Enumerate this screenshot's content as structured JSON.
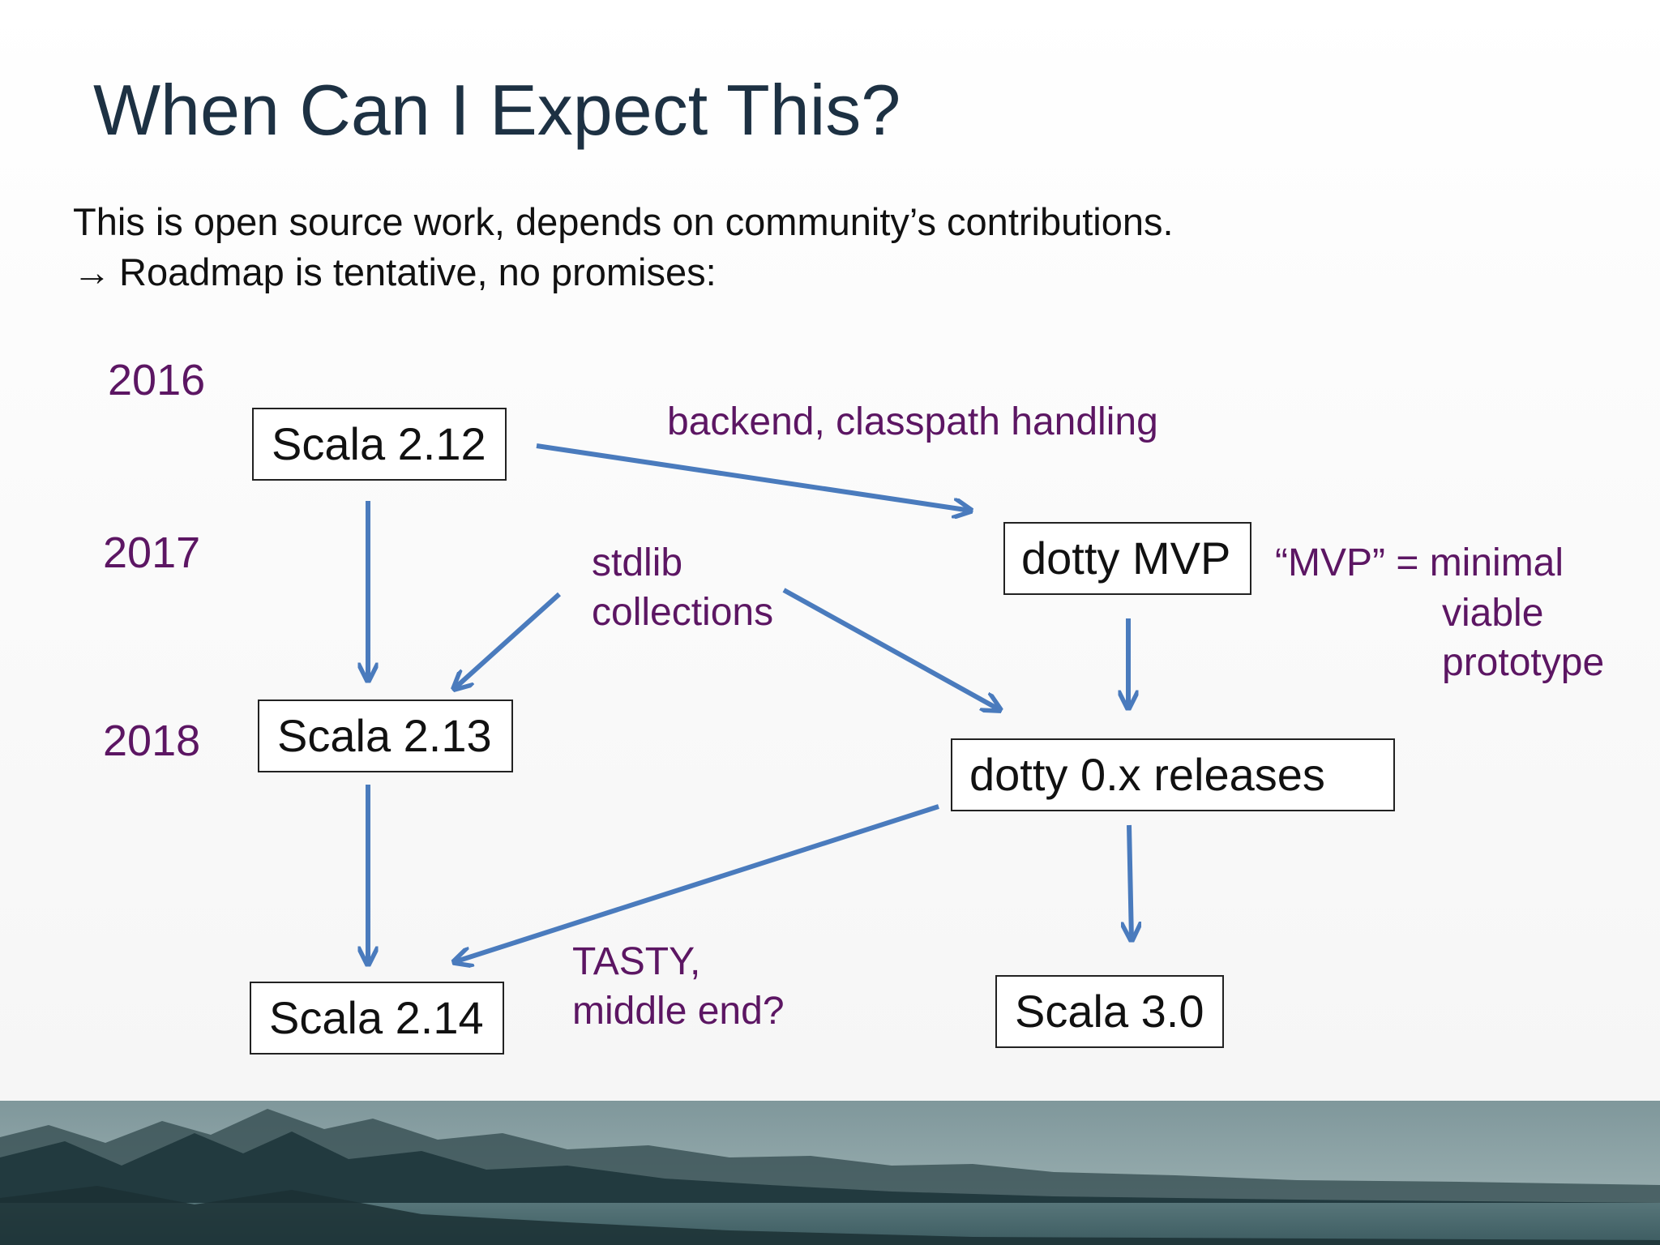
{
  "slide": {
    "title": "When Can I Expect This?",
    "subtitle_line1": "This is open source work, depends on community’s contributions.",
    "subtitle_line2_arrow": "→",
    "subtitle_line2": "Roadmap is tentative, no promises:"
  },
  "years": [
    "2016",
    "2017",
    "2018"
  ],
  "nodes": {
    "scala_212": "Scala 2.12",
    "scala_213": "Scala 2.13",
    "scala_214": "Scala 2.14",
    "dotty_mvp": "dotty MVP",
    "dotty_0x": "dotty 0.x releases",
    "scala_30": "Scala 3.0"
  },
  "edge_labels": {
    "backend": "backend, classpath handling",
    "stdlib_line1": "stdlib",
    "stdlib_line2": "collections",
    "tasty_line1": "TASTY,",
    "tasty_line2": "middle end?"
  },
  "note": {
    "line1": "“MVP” = minimal",
    "line2": "viable",
    "line3": "prototype"
  },
  "colors": {
    "title": "#1d3143",
    "accent_purple": "#5c1663",
    "arrow_blue": "#4a7bbd",
    "landscape_dark": "#1f3a40"
  }
}
